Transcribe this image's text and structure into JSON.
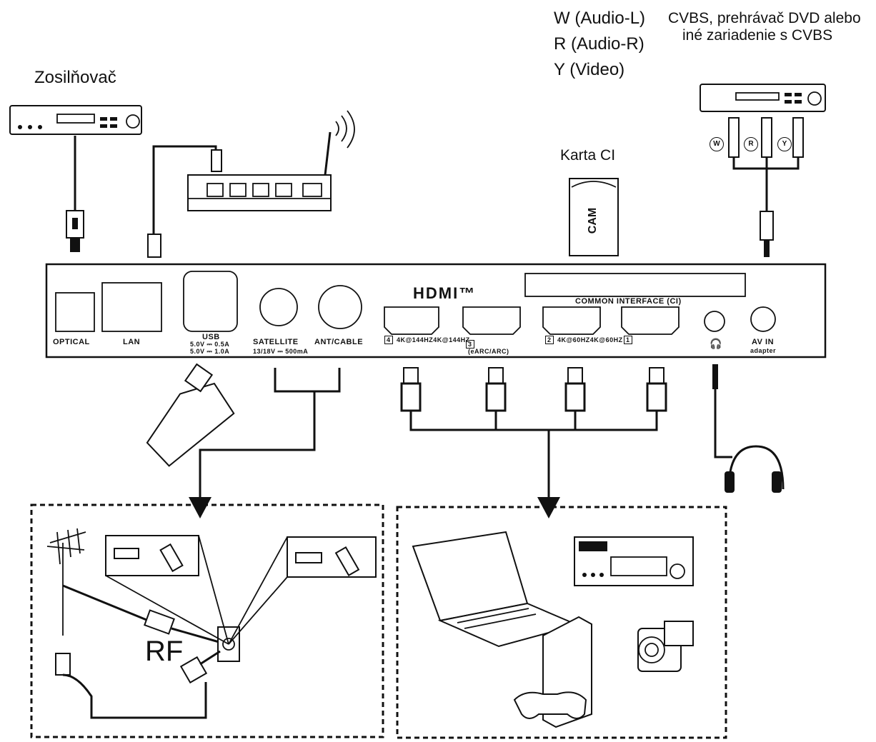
{
  "labels": {
    "amplifier": "Zosilňovač",
    "audio_l": "W (Audio-L)",
    "audio_r": "R (Audio-R)",
    "video": "Y (Video)",
    "cvbs_line1": "CVBS, prehrávač DVD alebo",
    "cvbs_line2": "iné zariadenie s CVBS",
    "ci_card": "Karta CI",
    "rf": "RF"
  },
  "panel": {
    "optical": "OPTICAL",
    "lan": "LAN",
    "usb": "USB",
    "usb_spec1": "5.0V ⎓ 0.5A",
    "usb_spec2": "5.0V ⎓ 1.0A",
    "satellite": "SATELLITE",
    "satellite_spec": "13/18V ⎓ 500mA",
    "ant_cable": "ANT/CABLE",
    "hdmi_logo": "HDMI™",
    "common_interface": "COMMON INTERFACE (CI)",
    "hdmi4": "4K@144HZ4K@144HZ",
    "hdmi4_num": "4",
    "hdmi3_num": "3",
    "earc": "(eARC/ARC)",
    "hdmi2": "4K@60HZ4K@60HZ",
    "hdmi2_num": "2",
    "hdmi1_num": "1",
    "av_in": "AV IN",
    "adapter": "adapter"
  },
  "connectors": {
    "w": "W",
    "r": "R",
    "y": "Y"
  },
  "cam": "CAM"
}
